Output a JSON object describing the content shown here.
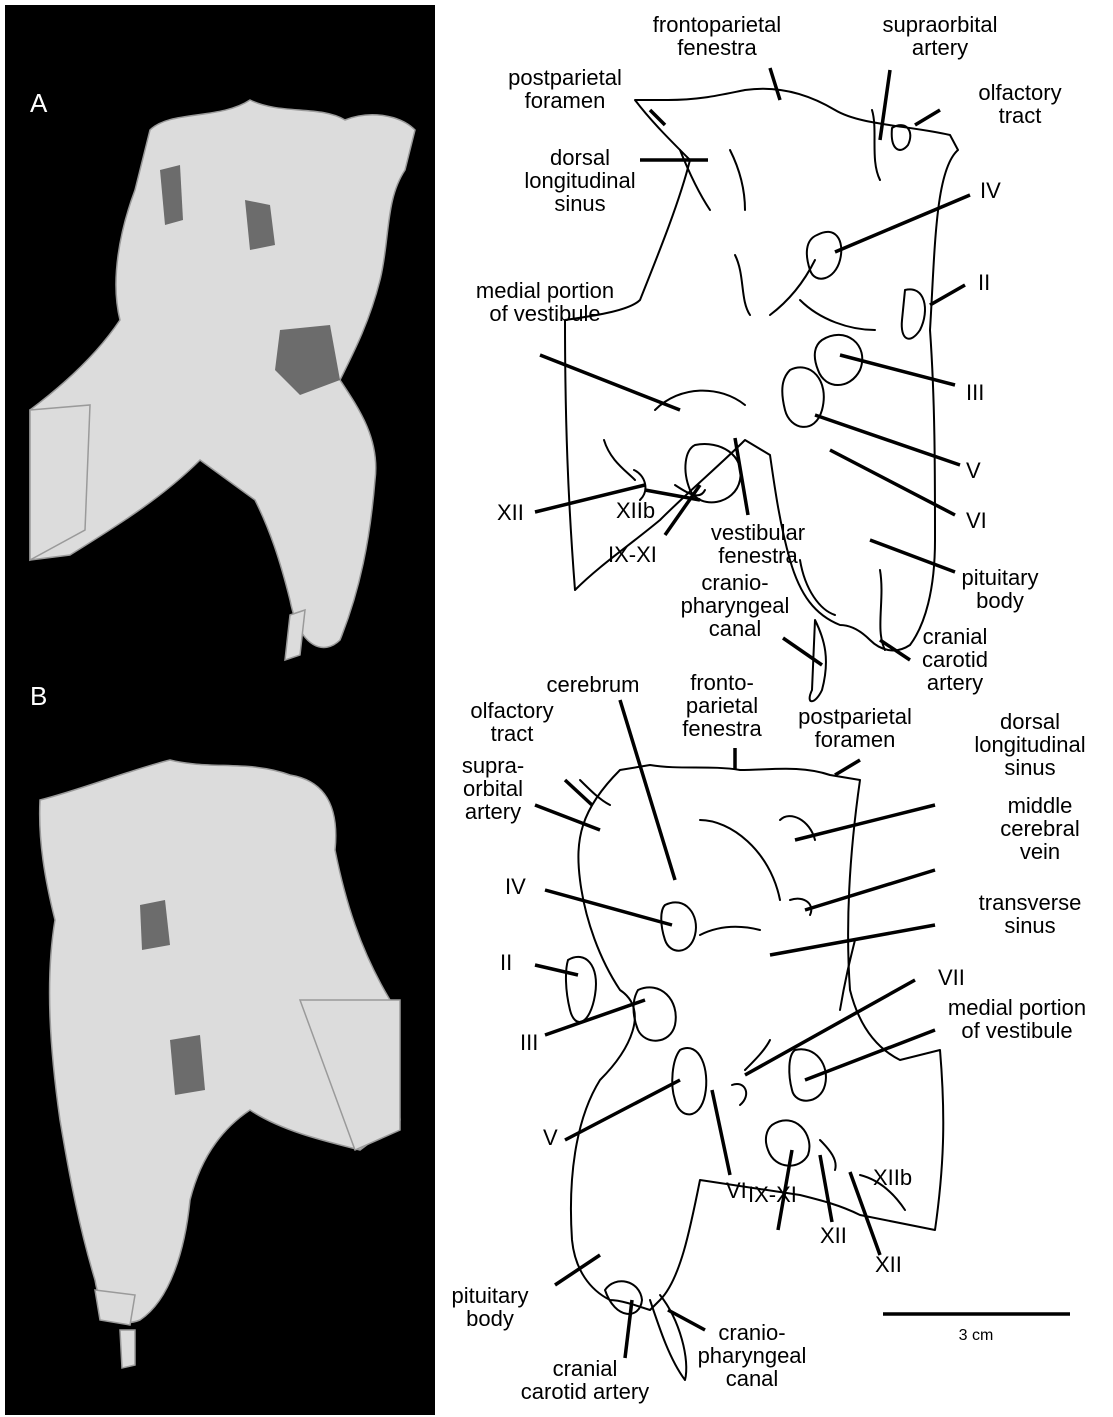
{
  "panels": {
    "a": "A",
    "b": "B"
  },
  "labels_a": [
    {
      "id": "frontoparietal-fenestra",
      "lines": [
        "frontoparietal",
        "fenestra"
      ]
    },
    {
      "id": "supraorbital-artery",
      "lines": [
        "supraorbital",
        "artery"
      ]
    },
    {
      "id": "postparietal-foramen",
      "lines": [
        "postparietal",
        "foramen"
      ]
    },
    {
      "id": "olfactory-tract",
      "lines": [
        "olfactory",
        "tract"
      ]
    },
    {
      "id": "dorsal-longitudinal-sinus",
      "lines": [
        "dorsal",
        "longitudinal",
        "sinus"
      ]
    },
    {
      "id": "nerve-iv",
      "lines": [
        "IV"
      ]
    },
    {
      "id": "nerve-ii",
      "lines": [
        "II"
      ]
    },
    {
      "id": "medial-portion-of-vestibule",
      "lines": [
        "medial portion",
        "of vestibule"
      ]
    },
    {
      "id": "nerve-iii",
      "lines": [
        "III"
      ]
    },
    {
      "id": "nerve-v",
      "lines": [
        "V"
      ]
    },
    {
      "id": "nerve-vi",
      "lines": [
        "VI"
      ]
    },
    {
      "id": "nerve-xii",
      "lines": [
        "XII"
      ]
    },
    {
      "id": "nerve-xiib",
      "lines": [
        "XIIb"
      ]
    },
    {
      "id": "vestibular-fenestra",
      "lines": [
        "vestibular",
        "fenestra"
      ]
    },
    {
      "id": "nerve-ix-xi",
      "lines": [
        "IX-XI"
      ]
    },
    {
      "id": "pituitary-body",
      "lines": [
        "pituitary",
        "body"
      ]
    },
    {
      "id": "craniopharyngeal-canal",
      "lines": [
        "cranio-",
        "pharyngeal",
        "canal"
      ]
    },
    {
      "id": "cranial-carotid-artery",
      "lines": [
        "cranial",
        "carotid",
        "artery"
      ]
    }
  ],
  "labels_b": [
    {
      "id": "cerebrum",
      "lines": [
        "cerebrum"
      ]
    },
    {
      "id": "frontoparietal-fenestra",
      "lines": [
        "fronto-",
        "parietal",
        "fenestra"
      ]
    },
    {
      "id": "olfactory-tract",
      "lines": [
        "olfactory",
        "tract"
      ]
    },
    {
      "id": "postparietal-foramen",
      "lines": [
        "postparietal",
        "foramen"
      ]
    },
    {
      "id": "dorsal-longitudinal-sinus",
      "lines": [
        "dorsal",
        "longitudinal",
        "sinus"
      ]
    },
    {
      "id": "supraorbital-artery",
      "lines": [
        "supra-",
        "orbital",
        "artery"
      ]
    },
    {
      "id": "middle-cerebral-vein",
      "lines": [
        "middle",
        "cerebral",
        "vein"
      ]
    },
    {
      "id": "nerve-iv",
      "lines": [
        "IV"
      ]
    },
    {
      "id": "transverse-sinus",
      "lines": [
        "transverse",
        "sinus"
      ]
    },
    {
      "id": "nerve-ii",
      "lines": [
        "II"
      ]
    },
    {
      "id": "nerve-vii",
      "lines": [
        "VII"
      ]
    },
    {
      "id": "medial-portion-of-vestibule",
      "lines": [
        "medial portion",
        "of vestibule"
      ]
    },
    {
      "id": "nerve-iii",
      "lines": [
        "III"
      ]
    },
    {
      "id": "nerve-v",
      "lines": [
        "V"
      ]
    },
    {
      "id": "nerve-vi",
      "lines": [
        "VI"
      ]
    },
    {
      "id": "nerve-ix-xi",
      "lines": [
        "IX-XI"
      ]
    },
    {
      "id": "nerve-xii-upper",
      "lines": [
        "XII"
      ]
    },
    {
      "id": "nerve-xiib",
      "lines": [
        "XIIb"
      ]
    },
    {
      "id": "nerve-xii-lower",
      "lines": [
        "XII"
      ]
    },
    {
      "id": "pituitary-body",
      "lines": [
        "pituitary",
        "body"
      ]
    },
    {
      "id": "cranial-carotid-artery",
      "lines": [
        "cranial",
        "carotid artery"
      ]
    },
    {
      "id": "craniopharyngeal-canal",
      "lines": [
        "cranio-",
        "pharyngeal",
        "canal"
      ]
    }
  ],
  "scale_bar": {
    "label": "3 cm"
  }
}
